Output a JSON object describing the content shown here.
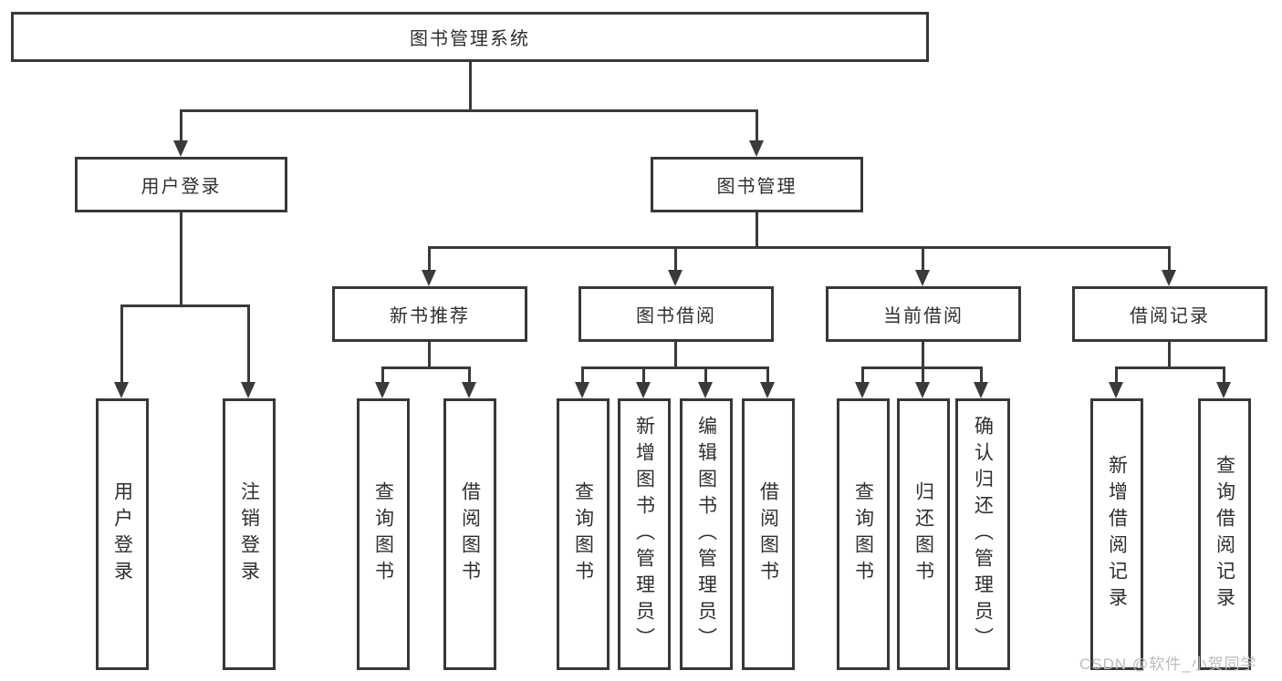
{
  "tree": {
    "root": {
      "label": "图书管理系统"
    },
    "branches": [
      {
        "label": "用户登录",
        "children": [
          {
            "label": "用户登录"
          },
          {
            "label": "注销登录"
          }
        ]
      },
      {
        "label": "图书管理",
        "children": [
          {
            "label": "新书推荐",
            "children": [
              {
                "label": "查询图书"
              },
              {
                "label": "借阅图书"
              }
            ]
          },
          {
            "label": "图书借阅",
            "children": [
              {
                "label": "查询图书"
              },
              {
                "label": "新增图书（管理员）"
              },
              {
                "label": "编辑图书（管理员）"
              },
              {
                "label": "借阅图书"
              }
            ]
          },
          {
            "label": "当前借阅",
            "children": [
              {
                "label": "查询图书"
              },
              {
                "label": "归还图书"
              },
              {
                "label": "确认归还（管理员）"
              }
            ]
          },
          {
            "label": "借阅记录",
            "children": [
              {
                "label": "新增借阅记录"
              },
              {
                "label": "查询借阅记录"
              }
            ]
          }
        ]
      }
    ]
  },
  "watermark": {
    "text": "CSDN @软件_小贺同学"
  },
  "colors": {
    "line": "#3a3a3a",
    "box_border": "#383838",
    "box_bg": "#ffffff",
    "text": "#2f2f2f",
    "background": "#ffffff",
    "watermark": "#bcbcbc"
  }
}
